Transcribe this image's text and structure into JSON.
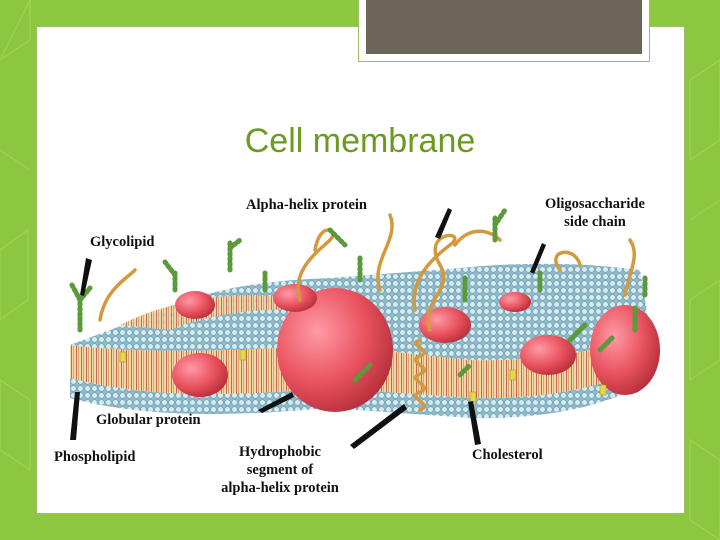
{
  "slide": {
    "title": "Cell membrane",
    "colors": {
      "background": "#8dc63f",
      "title": "#6a9a22",
      "tab": "#6b6557"
    }
  },
  "diagram": {
    "labels": {
      "alpha_helix_protein": "Alpha-helix protein",
      "oligosaccharide_line1": "Oligosaccharide",
      "oligosaccharide_line2": "side chain",
      "glycolipid": "Glycolipid",
      "globular_protein": "Globular protein",
      "phospholipid": "Phospholipid",
      "hydrophobic_line1": "Hydrophobic",
      "hydrophobic_line2": "segment of",
      "hydrophobic_line3": "alpha-helix protein",
      "cholesterol": "Cholesterol"
    }
  }
}
